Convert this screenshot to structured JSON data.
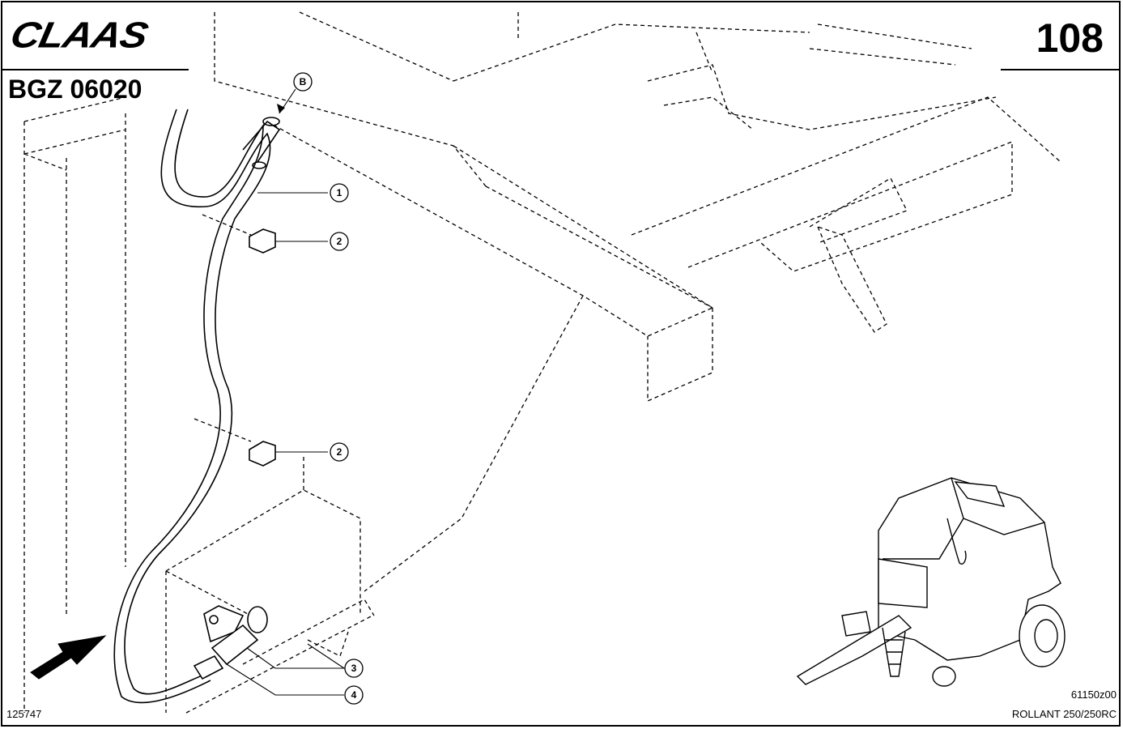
{
  "header": {
    "brand": "CLAAS",
    "group_code": "BGZ 06020",
    "page_number": "108"
  },
  "footer": {
    "reference": "125747",
    "drawing_code": "61150z00",
    "model": "ROLLANT 250/250RC"
  },
  "callouts": [
    {
      "label": "B"
    },
    {
      "label": "1"
    },
    {
      "label": "2"
    },
    {
      "label": "2"
    },
    {
      "label": "3"
    },
    {
      "label": "4"
    }
  ],
  "colors": {
    "ink": "#000000",
    "paper": "#ffffff"
  }
}
